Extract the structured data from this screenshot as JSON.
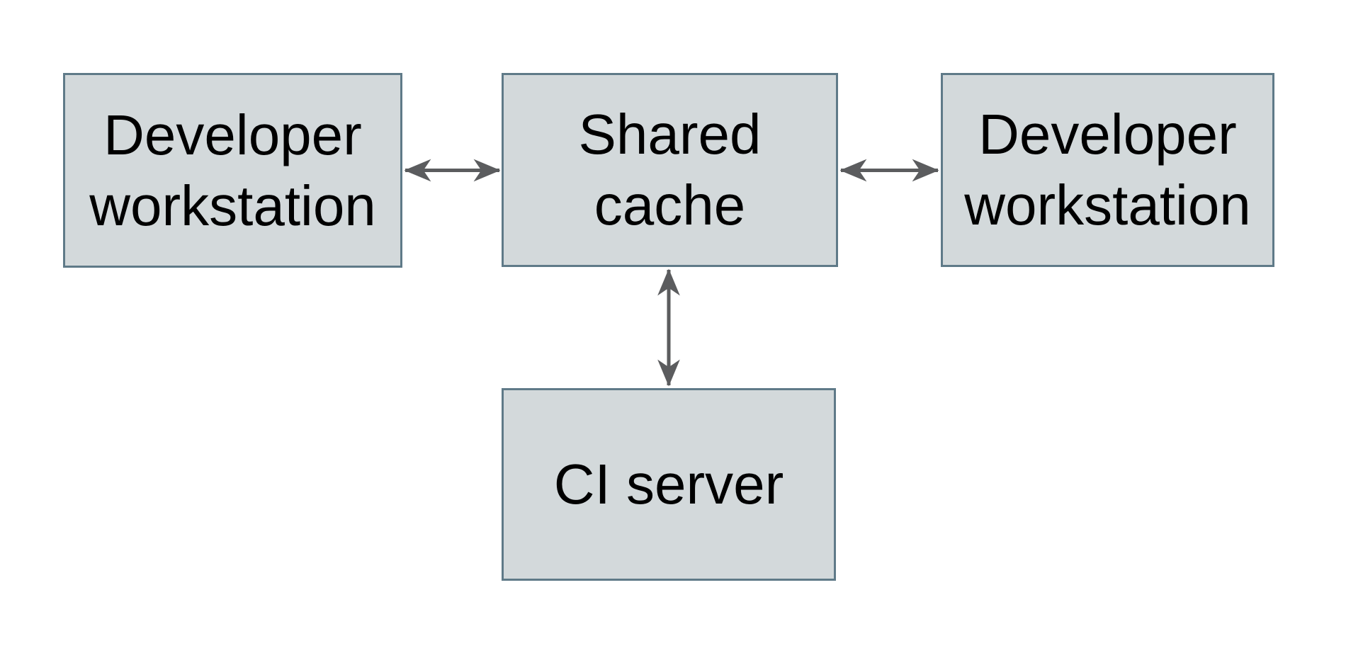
{
  "diagram": {
    "nodes": [
      {
        "id": "developer-workstation-left",
        "label": "Developer\nworkstation"
      },
      {
        "id": "shared-cache",
        "label": "Shared\ncache"
      },
      {
        "id": "developer-workstation-right",
        "label": "Developer\nworkstation"
      },
      {
        "id": "ci-server",
        "label": "CI server"
      }
    ],
    "edges": [
      {
        "from": "developer-workstation-left",
        "to": "shared-cache",
        "direction": "bidirectional"
      },
      {
        "from": "shared-cache",
        "to": "developer-workstation-right",
        "direction": "bidirectional"
      },
      {
        "from": "shared-cache",
        "to": "ci-server",
        "direction": "bidirectional"
      }
    ],
    "colors": {
      "node_fill": "#d3d9db",
      "node_border": "#5f7a88",
      "arrow": "#5b5c5e",
      "text": "#000000",
      "background": "#ffffff"
    }
  }
}
